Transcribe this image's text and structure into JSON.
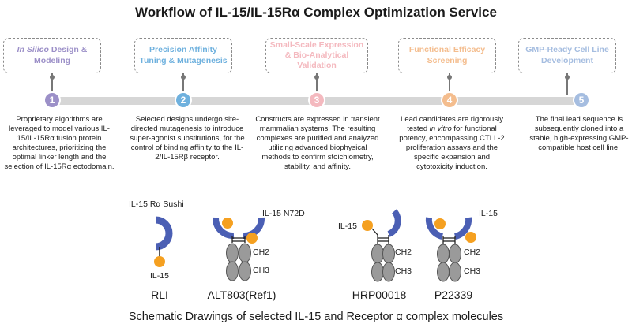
{
  "title": "Workflow of IL-15/IL-15Rα Complex Optimization Service",
  "stages": [
    {
      "number": "1",
      "title_em": "In Silico",
      "title_rest": " Design & Modeling",
      "color": "#9c90c8",
      "desc_1": "Proprietary algorithms are leveraged to model various IL-15/IL-15Rα fusion protein architectures, prioritizing the optimal linker length and the selection of IL-15Rα ectodomain.",
      "desc_em": "",
      "desc_2": ""
    },
    {
      "number": "2",
      "title_em": "",
      "title_rest": "Precision Affinity Tuning & Mutagenesis",
      "color": "#6fb1de",
      "desc_1": "Selected designs undergo site-directed mutagenesis to introduce super-agonist substitutions, for the control of binding affinity to the IL-2/IL-15Rβ receptor.",
      "desc_em": "",
      "desc_2": ""
    },
    {
      "number": "3",
      "title_em": "",
      "title_rest": "Small-Scale Expression & Bio-Analytical Validation",
      "color": "#f4b9bf",
      "desc_1": "Constructs are expressed in transient mammalian systems. The resulting complexes are purified and analyzed utilizing advanced biophysical methods to confirm stoichiometry, stability, and affinity.",
      "desc_em": "",
      "desc_2": ""
    },
    {
      "number": "4",
      "title_em": "",
      "title_rest": "Functional Efficacy Screening",
      "color": "#f4bd8e",
      "desc_1": "Lead candidates are rigorously tested ",
      "desc_em": "in vitro",
      "desc_2": " for functional potency, encompassing CTLL-2 proliferation assays and the specific expansion and cytotoxicity induction."
    },
    {
      "number": "5",
      "title_em": "",
      "title_rest": "GMP-Ready Cell Line Development",
      "color": "#a5bde0",
      "desc_1": "The final lead sequence is subsequently cloned into a stable, high-expressing GMP-compatible host cell line.",
      "desc_em": "",
      "desc_2": ""
    }
  ],
  "molecules": {
    "rli": {
      "name": "RLI",
      "label_sushi": "IL-15 Rα Sushi",
      "label_il15": "IL-15"
    },
    "alt803": {
      "name": "ALT803(Ref1)",
      "label_mut": "IL-15 N72D"
    },
    "hrp": {
      "name": "HRP00018",
      "label_il15": "IL-15",
      "label_ch2": "CH2",
      "label_ch3": "CH3"
    },
    "p22339": {
      "name": "P22339",
      "label_il15": "IL-15",
      "label_ch2": "CH2",
      "label_ch3": "CH3"
    },
    "alt_ch2": "CH2",
    "alt_ch3": "CH3"
  },
  "footer": "Schematic Drawings of selected IL-15 and Receptor α complex molecules",
  "colors": {
    "receptor": "#4b5fb4",
    "il15": "#f5a020",
    "fc": "#9a9a9a",
    "fc_stroke": "#555555"
  }
}
